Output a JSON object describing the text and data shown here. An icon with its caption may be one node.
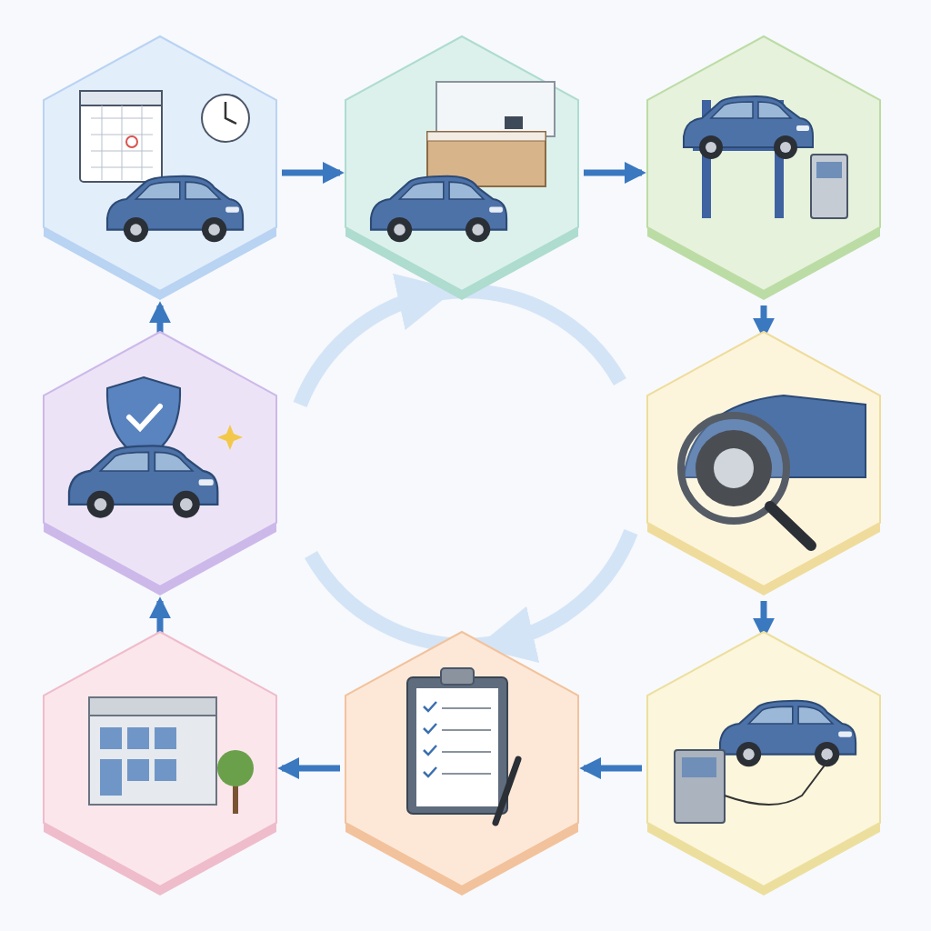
{
  "diagram": {
    "nodes": [
      {
        "text": [],
        "shape": "picture"
      },
      {
        "text": [],
        "shape": "picture"
      },
      {
        "text": [],
        "shape": "picture"
      },
      {
        "text": [],
        "shape": "picture"
      },
      {
        "text": [],
        "shape": "picture"
      },
      {
        "text": [],
        "shape": "picture"
      },
      {
        "text": [],
        "shape": "picture"
      },
      {
        "text": [],
        "shape": "picture"
      }
    ],
    "edges": [
      {
        "from": 0,
        "to": 1,
        "arrow": "to"
      },
      {
        "from": 1,
        "to": 2,
        "arrow": "to"
      },
      {
        "from": 2,
        "to": 3,
        "arrow": "to"
      },
      {
        "from": 3,
        "to": 4,
        "arrow": "to"
      },
      {
        "from": 4,
        "to": 5,
        "arrow": "to"
      },
      {
        "from": 5,
        "to": 6,
        "arrow": "to"
      },
      {
        "from": 6,
        "to": 7,
        "arrow": "to"
      },
      {
        "from": 7,
        "to": 0,
        "arrow": "to"
      }
    ]
  }
}
